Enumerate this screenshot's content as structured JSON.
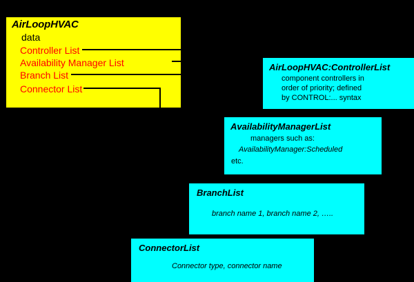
{
  "diagram": {
    "background_color": "#000000",
    "parent_color": "#FFFF00",
    "child_color": "#00FFFF",
    "field_color": "#FF0000",
    "parent": {
      "title": "AirLoopHVAC",
      "data_label": "data",
      "fields": [
        {
          "label": "Controller List"
        },
        {
          "label": "Availability Manager List"
        },
        {
          "label": "Branch List"
        },
        {
          "label": "Connector List"
        }
      ]
    },
    "children": [
      {
        "title": "AirLoopHVAC:ControllerList",
        "lines": [
          "component controllers in",
          "order of priority; defined",
          "by CONTROL:... syntax"
        ]
      },
      {
        "title": "AvailabilityManagerList",
        "lines": [
          "managers such as:",
          "AvailabilityManager:Scheduled",
          "etc."
        ]
      },
      {
        "title": "BranchList",
        "lines": [
          "branch name 1, branch name 2, ….."
        ]
      },
      {
        "title": "ConnectorList",
        "lines": [
          "Connector type, connector name"
        ]
      }
    ]
  }
}
